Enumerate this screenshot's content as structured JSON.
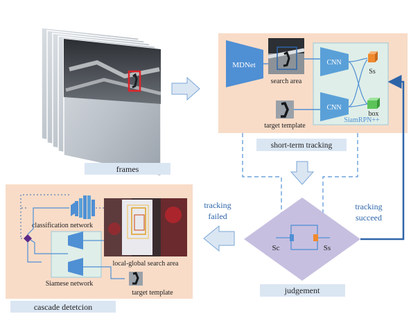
{
  "labels": {
    "frames": "frames",
    "mdnet": "MDNet",
    "search_area": "search area",
    "target_template": "target template",
    "cnn_top": "CNN",
    "cnn_bottom": "CNN",
    "ss_top": "Ss",
    "box": "box",
    "siamrpn": "SiamRPN++",
    "short_term": "short-term tracking",
    "tracking_failed": [
      "tracking",
      "failed"
    ],
    "tracking_succeed": [
      "tracking",
      "succeed"
    ],
    "sc": "Sc",
    "ss_bottom": "Ss",
    "judgement": "judgement",
    "classification_network": "classification network",
    "local_global": "local-global search area",
    "siamese_network": "Siamese network",
    "target_template_2": "target template",
    "cascade": "cascade detetcion"
  },
  "colors": {
    "peach": "#f8dcc8",
    "label_box": "#dbe6f3",
    "blue": "#4f8fd4",
    "dark_blue": "#2d64a8",
    "teal": "#5aa0d8",
    "rpn_bg": "#dfeee8",
    "lavender": "#c7bfe0",
    "orange": "#f08a2e",
    "green": "#5cc35a",
    "purple": "#5a2a8a"
  }
}
